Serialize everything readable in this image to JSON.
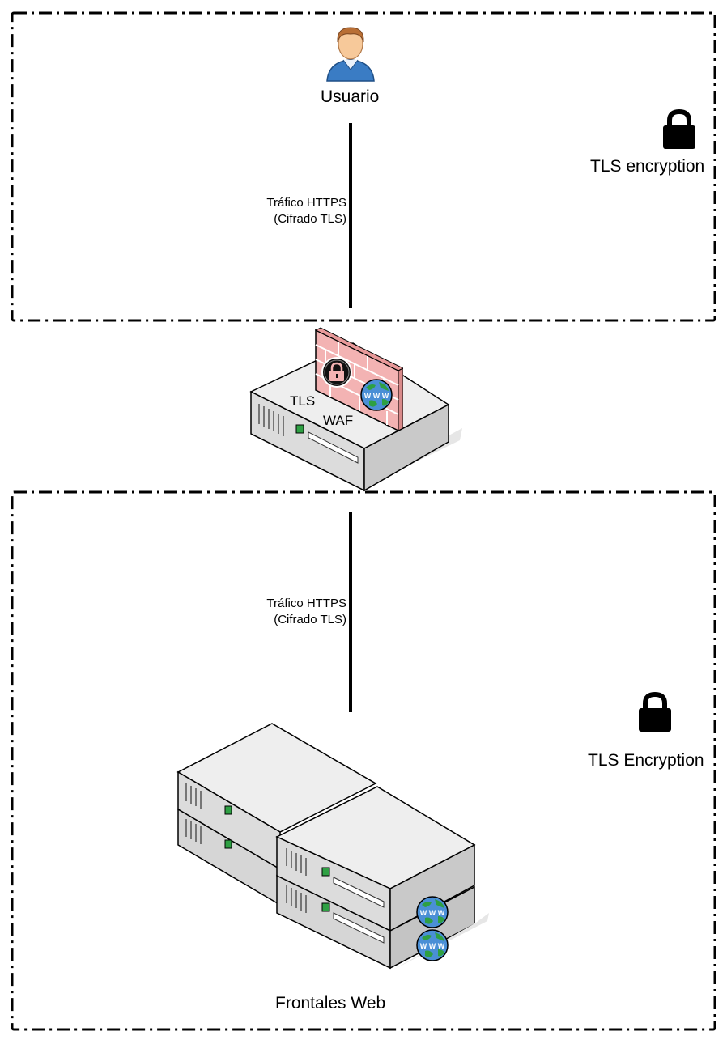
{
  "diagram": {
    "top_zone": {
      "user_label": "Usuario",
      "link_label_line1": "Tráfico HTTPS",
      "link_label_line2": "(Cifrado TLS)",
      "lock_label": "TLS encryption"
    },
    "gateway": {
      "tls_label": "TLS",
      "waf_label": "WAF"
    },
    "bottom_zone": {
      "link_label_line1": "Tráfico HTTPS",
      "link_label_line2": "(Cifrado TLS)",
      "lock_label": "TLS Encryption",
      "servers_label": "Frontales Web"
    },
    "icons": [
      "user-icon",
      "lock-icon",
      "firewall-icon",
      "server-icon",
      "www-globe-icon"
    ],
    "colors": {
      "border": "#000000",
      "firewall": "#f0a9a9",
      "server_body": "#d9d9d9",
      "led": "#2ea043",
      "globe": "#4a8fd6"
    }
  }
}
